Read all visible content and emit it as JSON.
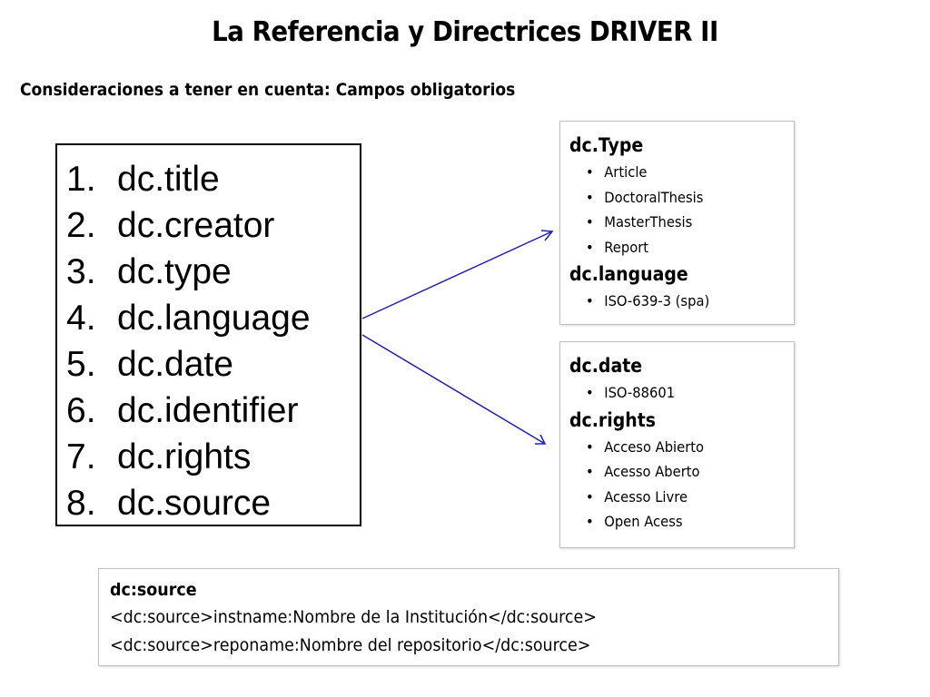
{
  "title": "La Referencia y Directrices DRIVER II",
  "subtitle": "Consideraciones a tener en cuenta: Campos obligatorios",
  "fields": [
    {
      "num": "1.",
      "label": "dc.title"
    },
    {
      "num": "2.",
      "label": "dc.creator"
    },
    {
      "num": "3.",
      "label": "dc.type"
    },
    {
      "num": "4.",
      "label": "dc.language"
    },
    {
      "num": "5.",
      "label": "dc.date"
    },
    {
      "num": "6.",
      "label": "dc.identifier"
    },
    {
      "num": "7.",
      "label": "dc.rights"
    },
    {
      "num": "8.",
      "label": "dc.source"
    }
  ],
  "panel_top": {
    "type_heading": "dc.Type",
    "type_items": [
      "Article",
      "DoctoralThesis",
      "MasterThesis",
      "Report"
    ],
    "language_heading": "dc.language",
    "language_items": [
      "ISO-639-3 (spa)"
    ]
  },
  "panel_bottom": {
    "date_heading": "dc.date",
    "date_items": [
      "ISO-88601"
    ],
    "rights_heading": "dc.rights",
    "rights_items": [
      "Acceso Abierto",
      "Acesso Aberto",
      "Acesso Livre",
      "Open Acess"
    ]
  },
  "source": {
    "heading": "dc:source",
    "lines": [
      "<dc:source>instname:Nombre de la Institución</dc:source>",
      "<dc:source>reponame:Nombre del repositorio</dc:source>"
    ]
  },
  "bullet_glyph": "•",
  "colors": {
    "arrow": "#1f1fb4",
    "panel_border": "#bfbfbf",
    "box_border": "#000000"
  }
}
